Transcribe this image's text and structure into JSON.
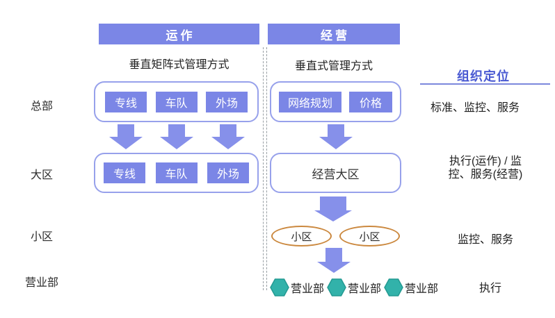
{
  "headers": {
    "operation": "运作",
    "business": "经营"
  },
  "subtitles": {
    "operation": "垂直矩阵式管理方式",
    "business": "垂直式管理方式"
  },
  "row_labels": {
    "hq": "总部",
    "region": "大区",
    "district": "小区",
    "branch": "营业部"
  },
  "hq_row": {
    "operation_units": [
      "专线",
      "车队",
      "外场"
    ],
    "business_units": [
      "网络规划",
      "价格"
    ]
  },
  "region_row": {
    "operation_units": [
      "专线",
      "车队",
      "外场"
    ],
    "business_box": "经营大区"
  },
  "district_row": {
    "ellipses": [
      "小区",
      "小区"
    ]
  },
  "branch_row": {
    "items": [
      "营业部",
      "营业部",
      "营业部"
    ]
  },
  "right_panel": {
    "title": "组织定位",
    "hq_role": "标准、监控、服务",
    "region_role_line1": "执行(运作) /  监",
    "region_role_line2": "控、服务(经营)",
    "district_role": "监控、服务",
    "branch_role": "执行"
  },
  "colors": {
    "primary_blue": "#7B86E6",
    "container_border": "#97A1EB",
    "arrow_blue": "#8690EA",
    "title_blue": "#4A5AD2",
    "underline_blue": "#7B87DC",
    "ellipse_orange": "#CB883E",
    "hexagon_teal": "#32B2AA",
    "divider_gray": "#979EA3"
  }
}
